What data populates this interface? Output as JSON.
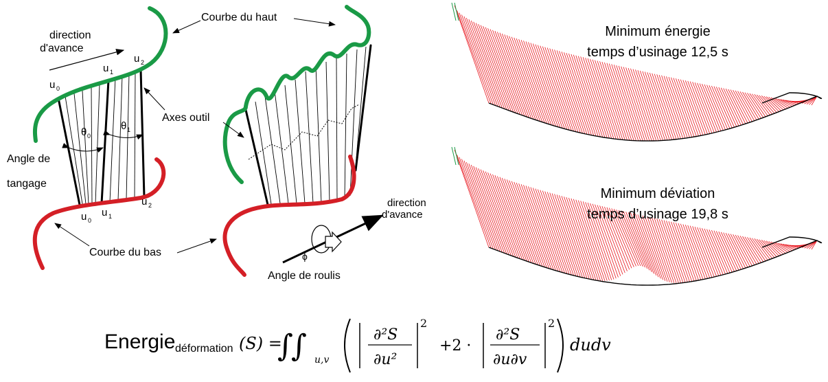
{
  "left_diagram": {
    "direction_top": "direction",
    "direction_bottom": "d'avance",
    "u0_top": "u",
    "u0_top_sub": "0",
    "u1_top": "u",
    "u1_top_sub": "1",
    "u2_top": "u",
    "u2_top_sub": "2",
    "theta0": "θ",
    "theta0_sub": "0",
    "theta1": "θ",
    "theta1_sub": "1",
    "angle_line1": "Angle de",
    "angle_line2": "tangage",
    "u0_bot": "u",
    "u0_bot_sub": "0",
    "u1_bot": "u",
    "u1_bot_sub": "1",
    "u2_bot": "u",
    "u2_bot_sub": "2",
    "courbe_bas": "Courbe du bas"
  },
  "middle_diagram": {
    "courbe_haut": "Courbe du haut",
    "axes_outil": "Axes outil",
    "direction_top": "direction",
    "direction_bottom": "d'avance",
    "phi": "ϕ",
    "angle_roulis": "Angle de roulis"
  },
  "right_panels": {
    "top_line1": "Minimum énergie",
    "top_line2": "temps d’usinage 12,5 s",
    "bottom_line1": "Minimum déviation",
    "bottom_line2": "temps d’usinage 19,8 s"
  },
  "formula": {
    "energie": "Energie",
    "subscript": "déformation",
    "lhs": "(S) =",
    "integral_sub": "u,v",
    "num1": "∂²S",
    "den1": "∂u²",
    "plus2": "+2 ·",
    "num2": "∂²S",
    "den2": "∂u∂v",
    "tail": "dudv",
    "exp": "2"
  },
  "colors": {
    "top_curve": "#1a9a46",
    "bottom_curve": "#d41f26",
    "toolpath": "#e8141c"
  }
}
